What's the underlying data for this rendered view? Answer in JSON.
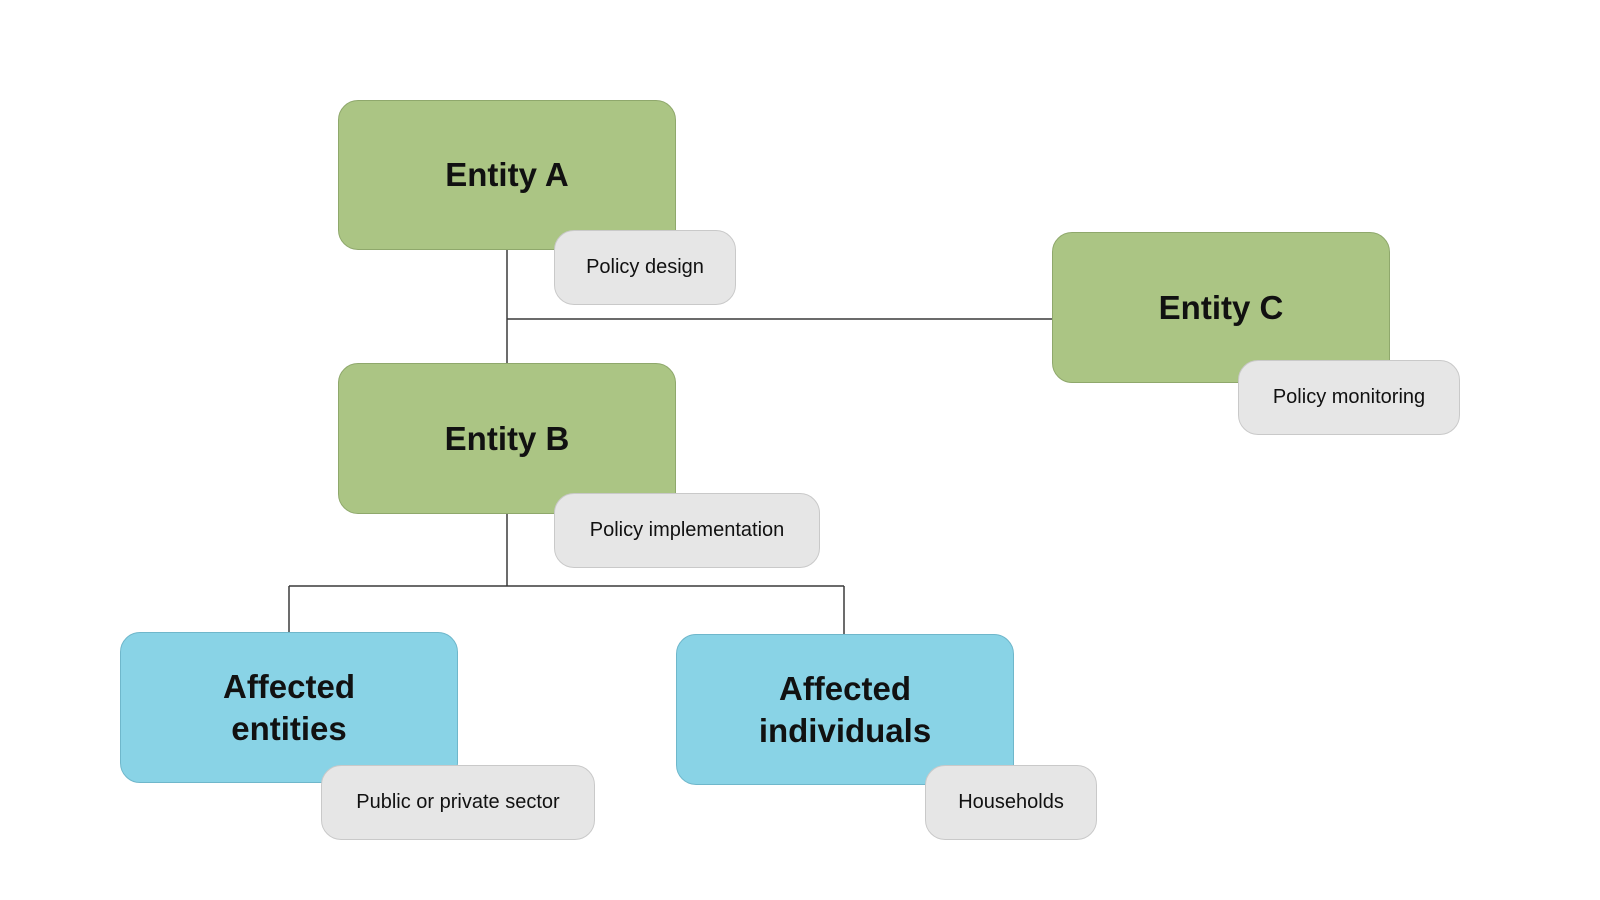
{
  "nodes": {
    "entity_a": "Entity A",
    "entity_b": "Entity B",
    "entity_c": "Entity C",
    "affected_entities": "Affected entities",
    "affected_individuals": "Affected individuals"
  },
  "tags": {
    "entity_a": "Policy design",
    "entity_b": "Policy implementation",
    "entity_c": "Policy monitoring",
    "affected_entities": "Public or private sector",
    "affected_individuals": "Households"
  },
  "colors": {
    "entity_fill": "#abc584",
    "affected_fill": "#89d3e6",
    "tag_fill": "#e6e6e6",
    "connector": "#3a3a3a"
  }
}
